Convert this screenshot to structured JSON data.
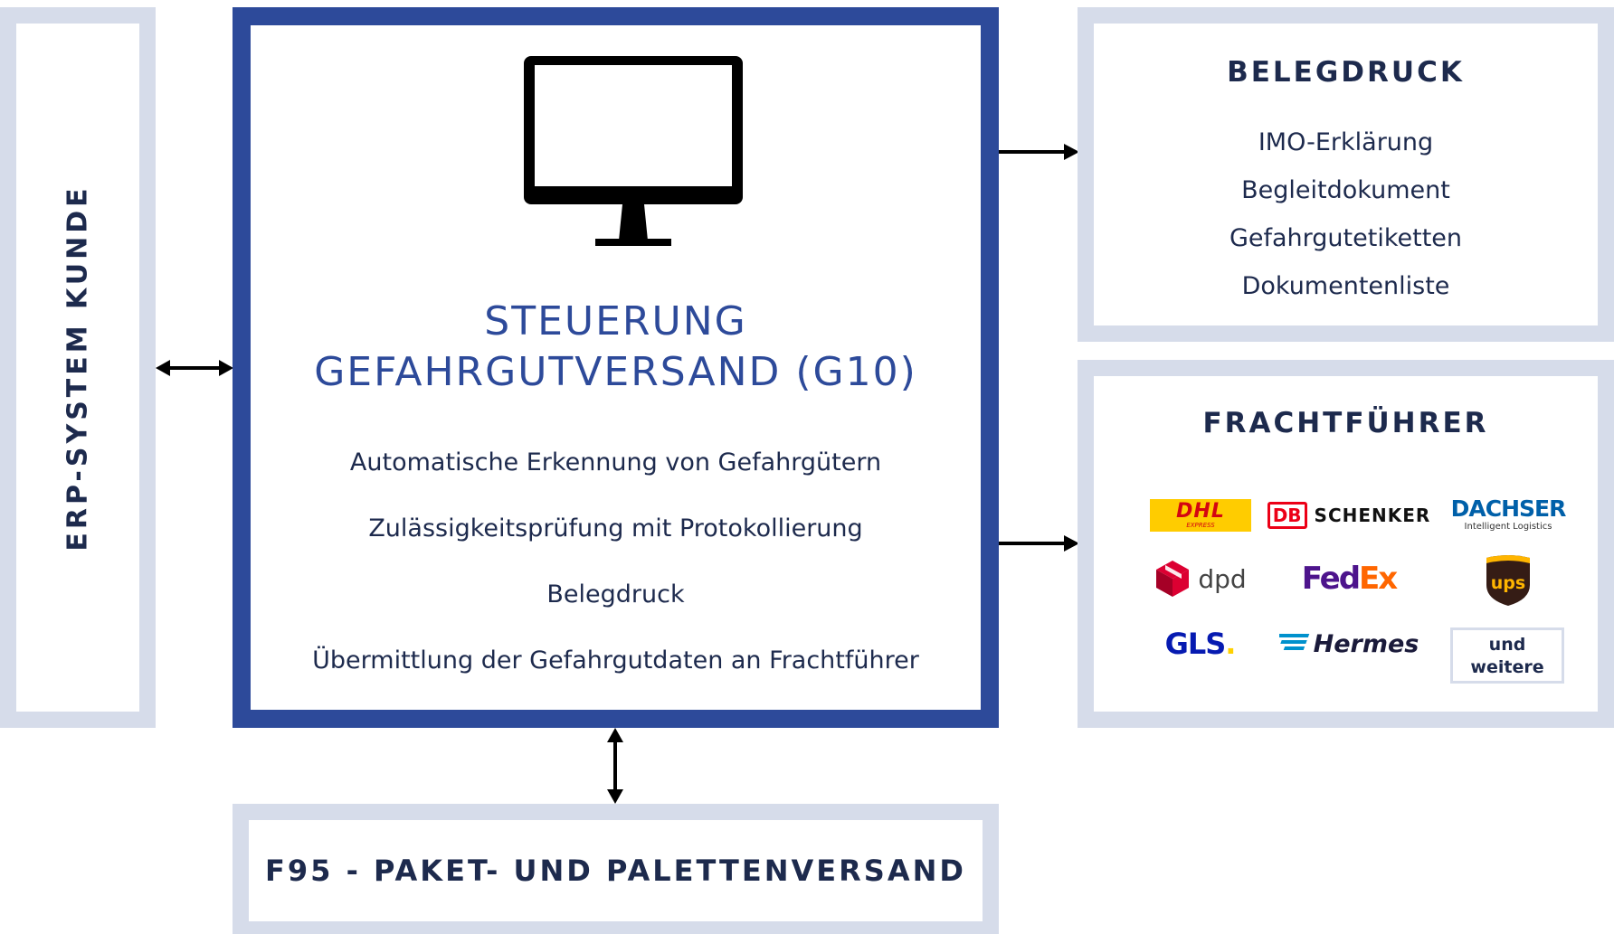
{
  "erp": {
    "label": "ERP-SYSTEM KUNDE"
  },
  "center": {
    "title_line1": "STEUERUNG",
    "title_line2": "GEFAHRGUTVERSAND (G10)",
    "features": [
      "Automatische Erkennung von Gefahrgütern",
      "Zulässigkeitsprüfung mit Protokollierung",
      "Belegdruck",
      "Übermittlung der Gefahrgutdaten an Frachtführer"
    ]
  },
  "belegdruck": {
    "heading": "BELEGDRUCK",
    "items": [
      "IMO-Erklärung",
      "Begleitdokument",
      "Gefahrgutetiketten",
      "Dokumentenliste"
    ]
  },
  "frachtfuehrer": {
    "heading": "FRACHTFÜHRER",
    "logos": {
      "dhl": "DHL",
      "dhl_sub": "EXPRESS",
      "db": "DB",
      "schenker": "SCHENKER",
      "dachser": "DACHSER",
      "dachser_sub": "Intelligent Logistics",
      "dpd": "dpd",
      "fedex_fed": "Fed",
      "fedex_ex": "Ex",
      "ups": "ups",
      "gls": "GLS",
      "gls_dot": ".",
      "hermes": "Hermes",
      "more_line1": "und",
      "more_line2": "weitere"
    }
  },
  "f95": {
    "label": "F95 - PAKET- UND PALETTENVERSAND"
  },
  "colors": {
    "navy": "#1d2a4d",
    "blue": "#2d4a9a",
    "light_frame": "#d6dcea",
    "dhl_yellow": "#ffcc00",
    "dhl_red": "#d40511",
    "db_red": "#ec0016",
    "dachser_blue": "#0060a9",
    "dpd_red": "#dc0032",
    "fedex_purple": "#4d148c",
    "fedex_orange": "#ff6600",
    "ups_brown": "#351c15",
    "ups_gold": "#ffb500",
    "gls_blue": "#061ab1",
    "gls_yellow": "#ffd100",
    "hermes_blue": "#0091cd"
  },
  "icons": [
    "monitor-icon",
    "double-arrow-icon",
    "arrow-right-icon"
  ]
}
